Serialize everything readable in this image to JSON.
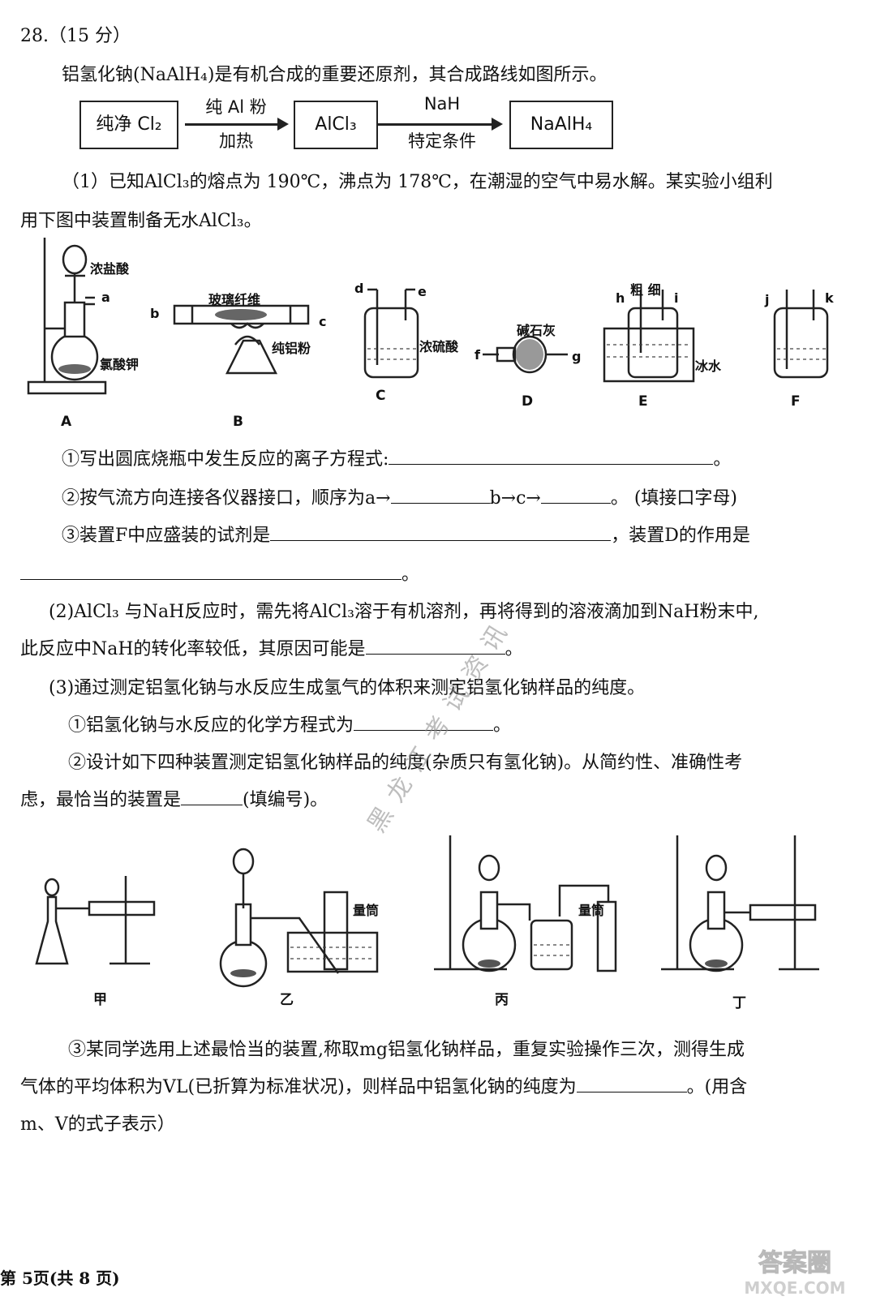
{
  "question": {
    "number": "28.（15 分）",
    "intro": "铝氢化钠(NaAlH₄)是有机合成的重要还原剂，其合成路线如图所示。"
  },
  "route": {
    "box1": "纯净 Cl₂",
    "arrow1_top": "纯 Al 粉",
    "arrow1_bottom": "加热",
    "box2": "AlCl₃",
    "arrow2_top": "NaH",
    "arrow2_bottom": "特定条件",
    "box3": "NaAlH₄"
  },
  "part1": {
    "line1": "（1）已知AlCl₃的熔点为 190℃，沸点为 178℃，在潮湿的空气中易水解。某实验小组利",
    "line2": "用下图中装置制备无水AlCl₃。",
    "q1": "①写出圆底烧瓶中发生反应的离子方程式:",
    "q1_end": "。",
    "q2_a": "②按气流方向连接各仪器接口，顺序为a→",
    "q2_b": "b→c→",
    "q2_c": "。 (填接口字母)",
    "q3_a": "③装置F中应盛装的试剂是",
    "q3_b": "，装置D的作用是",
    "q3_end": "。"
  },
  "apparatus1": {
    "A": {
      "caption": "A",
      "label1": "浓盐酸",
      "label2": "氯酸钾",
      "port": "a"
    },
    "B": {
      "caption": "B",
      "label1": "玻璃纤维",
      "label2": "纯铝粉",
      "port_left": "b",
      "port_right": "c"
    },
    "C": {
      "caption": "C",
      "label": "浓硫酸",
      "port_left": "d",
      "port_right": "e"
    },
    "D": {
      "caption": "D",
      "label": "碱石灰",
      "port_left": "f",
      "port_right": "g"
    },
    "E": {
      "caption": "E",
      "label": "冰水",
      "top": "粗 细",
      "port_left": "h",
      "port_right": "i"
    },
    "F": {
      "caption": "F",
      "port_left": "j",
      "port_right": "k"
    }
  },
  "part2": {
    "line1": "(2)AlCl₃ 与NaH反应时，需先将AlCl₃溶于有机溶剂，再将得到的溶液滴加到NaH粉末中,",
    "line2_a": "此反应中NaH的转化率较低，其原因可能是",
    "line2_end": "。"
  },
  "part3": {
    "line1": "(3)通过测定铝氢化钠与水反应生成氢气的体积来测定铝氢化钠样品的纯度。",
    "q1_a": "①铝氢化钠与水反应的化学方程式为",
    "q1_end": "。",
    "q2_line1": "②设计如下四种装置测定铝氢化钠样品的纯度(杂质只有氢化钠)。从简约性、准确性考",
    "q2_line2_a": "虑，最恰当的装置是",
    "q2_line2_b": "(填编号)。",
    "q3_line1": "③某同学选用上述最恰当的装置,称取mg铝氢化钠样品，重复实验操作三次，测得生成",
    "q3_line2_a": "气体的平均体积为VL(已折算为标准状况)，则样品中铝氢化钠的纯度为",
    "q3_line2_b": "。(用含",
    "q3_line3": "m、V的式子表示）"
  },
  "apparatus2": {
    "jia": "甲",
    "yi": "乙",
    "bing": "丙",
    "ding": "丁",
    "cylinder_label": "量筒"
  },
  "watermark": "黑龙江考试资讯",
  "footer": "第 5页(共 8 页)",
  "logo": {
    "line1": "答案圈",
    "line2": "MXQE.COM"
  }
}
